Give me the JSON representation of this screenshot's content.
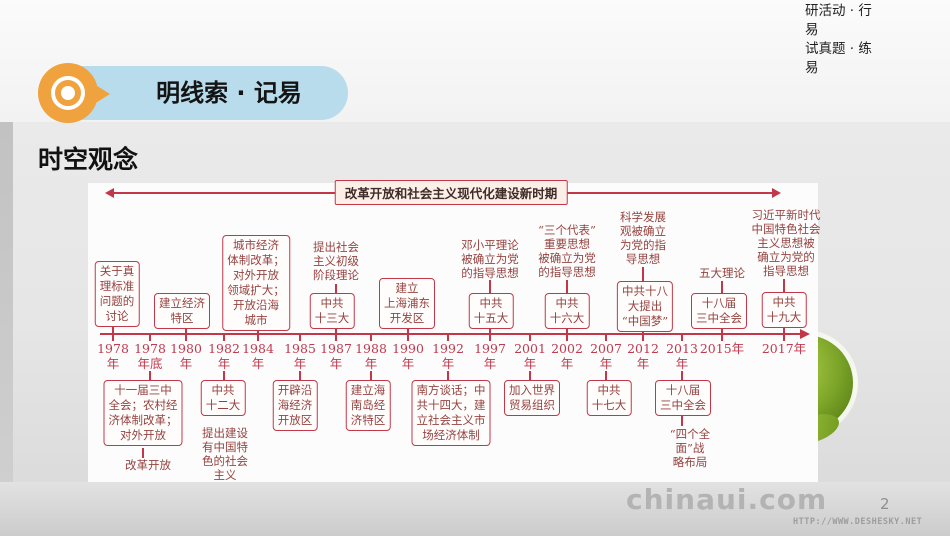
{
  "page": {
    "corner_lines": [
      "研活动 · 行",
      "易",
      "试真题 · 练",
      "易"
    ],
    "banner": {
      "label": "明线索 · 记易"
    },
    "section_title": "时空观念",
    "footer": {
      "watermark": "chinaui.com",
      "page_number": "2",
      "url": "HTTP://WWW.DESHESKY.NET"
    }
  },
  "colors": {
    "accent_red": "#c23848",
    "year_red": "#c03a4e",
    "box_text_red": "#954340",
    "banner_blue": "#b9dcec",
    "pin_orange": "#efa23d",
    "leaf_green": "#7ba428"
  },
  "timeline": {
    "era_title": "改革开放和社会主义现代化建设新时期",
    "years": [
      "1978\n年",
      "1978\n年底",
      "1980\n年",
      "1982\n年",
      "1984\n年",
      "1985\n年",
      "1987\n年",
      "1988\n年",
      "1990\n年",
      "1992\n年",
      "1997\n年",
      "2001\n年",
      "2002\n年",
      "2007\n年",
      "2012\n年",
      "2013\n年",
      "2015年",
      "2017年"
    ],
    "above": [
      {
        "box": "关于真\n理标准\n问题的\n讨论"
      },
      {
        "box": "建立经济\n特区"
      },
      {
        "box": "城市经济\n体制改革；\n对外开放\n领域扩大；\n开放沿海\n城市"
      },
      {
        "note": "提出社会\n主义初级\n阶段理论",
        "box": "中共\n十三大"
      },
      {
        "box": "建立\n上海浦东\n开发区"
      },
      {
        "note": "邓小平理论\n被确立为党\n的指导思想",
        "box": "中共\n十五大"
      },
      {
        "note": "“三个代表”\n重要思想\n被确立为党\n的指导思想",
        "box": "中共\n十六大"
      },
      {
        "note": "科学发展\n观被确立\n为党的指\n导思想",
        "box": "中共十八\n大提出\n“中国梦”"
      },
      {
        "note": "五大理论",
        "box": "十八届\n三中全会"
      },
      {
        "note": "习近平新时代\n中国特色社会\n主义思想被\n确立为党的\n指导思想",
        "box": "中共\n十九大"
      }
    ],
    "below": [
      {
        "box": "十一届三中\n全会；农村经\n济体制改革；\n对外开放",
        "note": "改革开放"
      },
      {
        "box": "中共\n十二大",
        "note": "提出建设\n有中国特\n色的社会\n主义"
      },
      {
        "box": "开辟沿\n海经济\n开放区"
      },
      {
        "box": "建立海\n南岛经\n济特区"
      },
      {
        "box": "南方谈话；中\n共十四大，建\n立社会主义市\n场经济体制"
      },
      {
        "box": "加入世界\n贸易组织"
      },
      {
        "box": "中共\n十七大"
      },
      {
        "box": "十八届\n三中全会",
        "note": "“四个全\n面”战\n略布局"
      }
    ]
  }
}
